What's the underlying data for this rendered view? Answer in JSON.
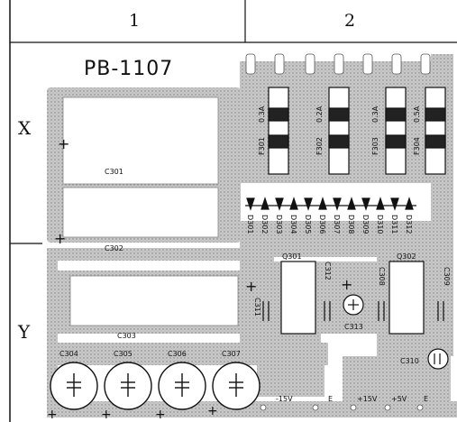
{
  "grid": {
    "columns": [
      "1",
      "2"
    ],
    "rows": [
      "X",
      "Y"
    ]
  },
  "board": {
    "title": "PB-1107"
  },
  "capacitors": {
    "c301": "C301",
    "c302": "C302",
    "c303": "C303",
    "c304": "C304",
    "c305": "C305",
    "c306": "C306",
    "c307": "C307",
    "c308": "C308",
    "c309": "C309",
    "c310": "C310",
    "c311": "C311",
    "c312": "C312",
    "c313": "C313"
  },
  "fuses": [
    {
      "ref": "F301",
      "rating": "0.3A"
    },
    {
      "ref": "F302",
      "rating": "0.2A"
    },
    {
      "ref": "F303",
      "rating": "0.3A"
    },
    {
      "ref": "F304",
      "rating": "0.5A"
    }
  ],
  "diodes": [
    "D301",
    "D302",
    "D303",
    "D304",
    "D305",
    "D306",
    "D307",
    "D308",
    "D309",
    "D310",
    "D311",
    "D312"
  ],
  "transistors": {
    "q301": "Q301",
    "q302": "Q302"
  },
  "terminals": [
    {
      "label": "-15V"
    },
    {
      "label": "E"
    },
    {
      "label": "+15V"
    },
    {
      "label": "+5V"
    },
    {
      "label": "E"
    }
  ],
  "polarity": {
    "plus": "+"
  }
}
